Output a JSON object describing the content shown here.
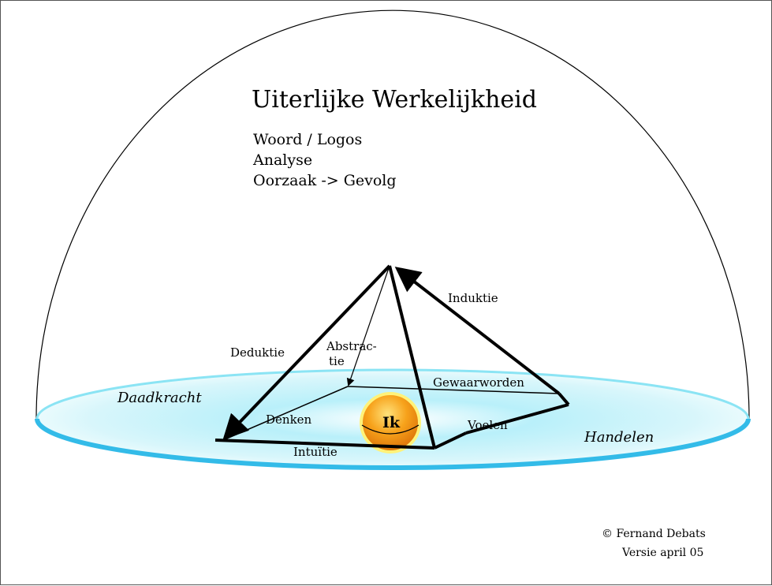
{
  "title": "Uiterlijke Werkelijkheid",
  "subtitle_lines": [
    "Woord / Logos",
    "Analyse",
    "Oorzaak -> Gevolg"
  ],
  "labels": {
    "deduktie": "Deduktie",
    "induktie": "Induktie",
    "abstractie_1": "Abstrac-",
    "abstractie_2": "tie",
    "gewaarworden": "Gewaarworden",
    "denken": "Denken",
    "voelen": "Voelen",
    "intuitie": "Intuïtie",
    "ik": "Ik"
  },
  "domains": {
    "daadkracht": "Daadkracht",
    "handelen": "Handelen"
  },
  "credit": {
    "author": "© Fernand Debats",
    "version": "Versie april 05"
  },
  "colors": {
    "plane_edge": "#33bbe8",
    "plane_fill": "#d8f6fb",
    "sphere": "#f7a21b",
    "sphere_glow": "#fff27a"
  }
}
